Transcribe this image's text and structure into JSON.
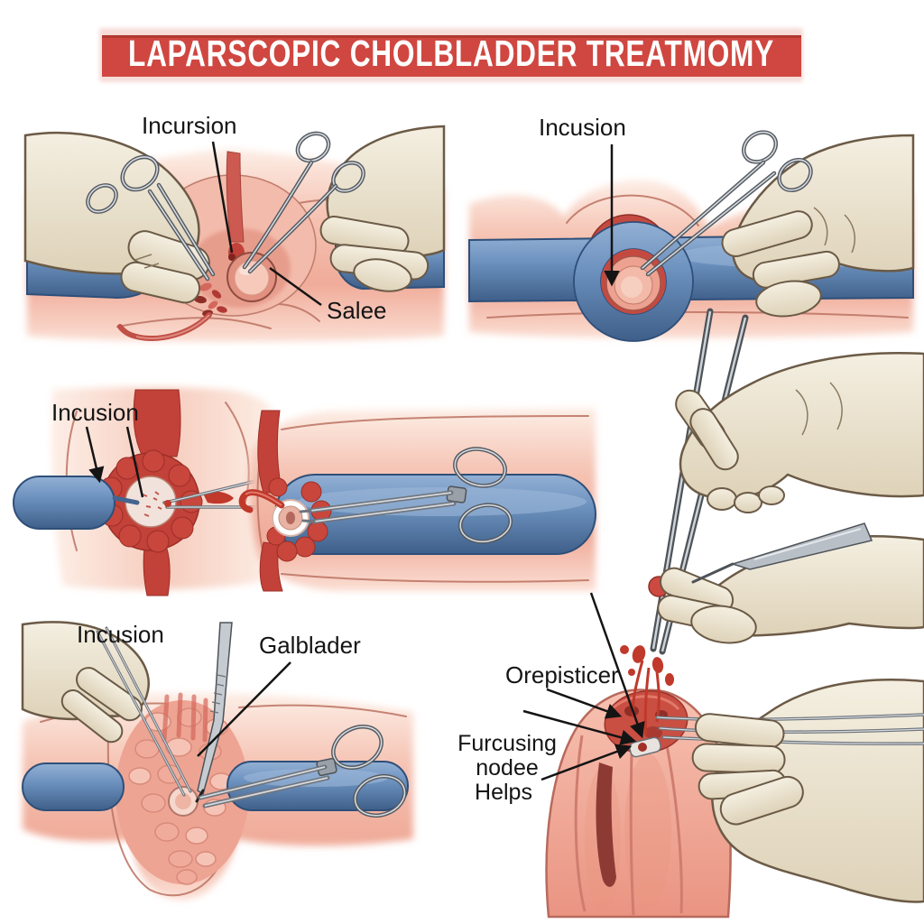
{
  "title": {
    "text": "LAPARSCOPIC CHOLBLADDER TREATMOMY"
  },
  "palette": {
    "banner_red": "#cf4740",
    "banner_edge": "#b0392f",
    "title_text": "#ffffff",
    "label_text": "#141414",
    "tissue_pink": "#f2b7a7",
    "vessel_blue": "#6d92bf",
    "artery_red": "#c24138",
    "glove_cream": "#ece3d0",
    "steel_gray": "#555a60"
  },
  "labels": {
    "p1_incision": "Incursion",
    "p1_sale": "Salee",
    "p2_incision": "Incusion",
    "p3_incision": "Incusion",
    "p5_incision": "Incusion",
    "p5_gallbladder": "Galblader",
    "p6_retractor": "Orepisticer",
    "p6_node_line1": "Furcusing",
    "p6_node_line2": "nodee",
    "p6_node_line3": "Helps"
  }
}
